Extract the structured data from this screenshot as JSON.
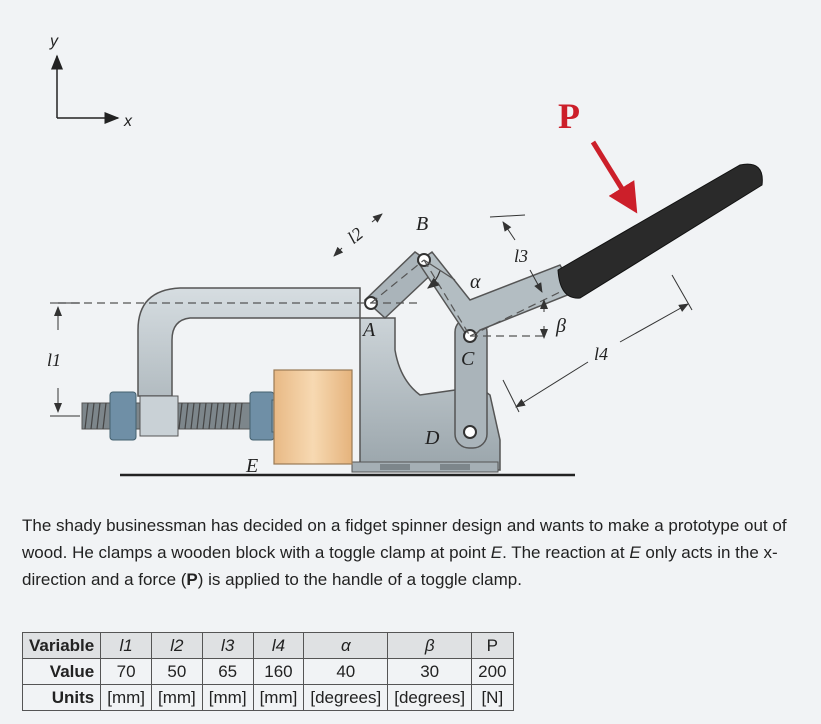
{
  "axes": {
    "x_label": "x",
    "y_label": "y"
  },
  "figure_labels": {
    "force": "P",
    "l1": "l1",
    "l2": "l2",
    "l3": "l3",
    "l4": "l4",
    "alpha": "α",
    "beta": "β",
    "A": "A",
    "B": "B",
    "C": "C",
    "D": "D",
    "E": "E"
  },
  "problem": {
    "p1": "The shady businessman has decided on a fidget spinner design and wants to make a prototype out of wood. He clamps a wooden block with a toggle clamp at point ",
    "pointE": "E",
    "p2": ". The reaction at ",
    "pointE2": "E",
    "p3": " only acts in the x-direction and a force (",
    "forceP": "P",
    "p4": ") is applied to the handle of a toggle clamp."
  },
  "table": {
    "row_headers": [
      "Variable",
      "Value",
      "Units"
    ],
    "columns": [
      {
        "variable": "l1",
        "value": "70",
        "unit": "[mm]"
      },
      {
        "variable": "l2",
        "value": "50",
        "unit": "[mm]"
      },
      {
        "variable": "l3",
        "value": "65",
        "unit": "[mm]"
      },
      {
        "variable": "l4",
        "value": "160",
        "unit": "[mm]"
      },
      {
        "variable": "α",
        "value": "40",
        "unit": "[degrees]"
      },
      {
        "variable": "β",
        "value": "30",
        "unit": "[degrees]"
      },
      {
        "variable": "P",
        "value": "200",
        "unit": "[N]"
      }
    ]
  },
  "colors": {
    "force_arrow": "#cc1f2a",
    "handle": "#2a2a2a",
    "steel": "#b9c3c8",
    "wood": "#f2cfa3"
  }
}
